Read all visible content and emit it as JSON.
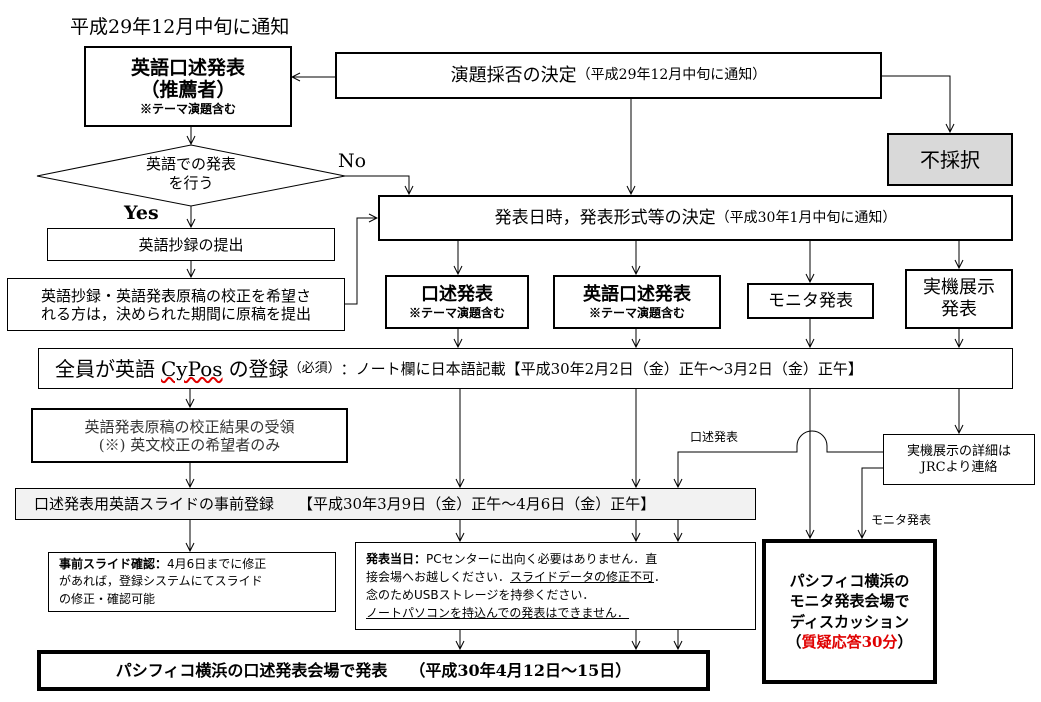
{
  "top_note": "平成29年12月中旬に通知",
  "english_oral_recommended": {
    "title": "英語口述発表",
    "sub": "（推薦者）",
    "note": "※テーマ演題含む"
  },
  "acceptance_decision": {
    "main": "演題採否の決定",
    "note": "（平成29年12月中旬に通知）"
  },
  "rejected": "不採択",
  "decision_diamond": {
    "line1": "英語での発表",
    "line2": "を行う"
  },
  "no_label": "No",
  "yes_label": "Yes",
  "submit_abstract": "英語抄録の提出",
  "proofreading_request": {
    "line1": "英語抄録・英語発表原稿の校正を希望さ",
    "line2": "れる方は，決められた期間に原稿を提出"
  },
  "schedule_decision": {
    "main": "発表日時，発表形式等の決定",
    "note": "（平成30年1月中旬に通知）"
  },
  "formats": {
    "oral": {
      "title": "口述発表",
      "note": "※テーマ演題含む"
    },
    "english_oral": {
      "title": "英語口述発表",
      "note": "※テーマ演題含む"
    },
    "monitor": {
      "title": "モニタ発表"
    },
    "exhibit": {
      "line1": "実機展示",
      "line2": "発表"
    }
  },
  "cypos_registration": {
    "part1": "全員が英語",
    "cypos": "CyPos",
    "part2": "の登録",
    "required": "（必須）",
    "part3": "：ノート欄に日本語記載【平成30年2月2日（金）正午～3月2日（金）正午】"
  },
  "proofreading_result": {
    "line1": "英語発表原稿の校正結果の受領",
    "line2": "(※) 英文校正の希望者のみ"
  },
  "slide_preregistration": {
    "main": "口述発表用英語スライドの事前登録",
    "period": "【平成30年3月9日（金）正午～4月6日（金）正午】"
  },
  "exhibit_details": {
    "line1": "実機展示の詳細は",
    "line2": "JRCより連絡"
  },
  "label_oral": "口述発表",
  "label_monitor": "モニタ発表",
  "slide_check": {
    "bold": "事前スライド確認：",
    "text1": "4月6日までに修正",
    "line2": "があれば，登録システムにてスライド",
    "line3": "の修正・確認可能"
  },
  "presentation_day": {
    "bold": "発表当日：",
    "text1": "PCセンターに出向く必要はありません．直",
    "line2a": "接会場へお越しください．",
    "line2b": "スライドデータの修正不可",
    "line2c": "．",
    "line3": "念のためUSBストレージを持参ください．",
    "line4": "ノートパソコンを持込んでの発表はできません．"
  },
  "oral_venue": {
    "main": "パシフィコ横浜の口述発表会場で発表",
    "date": "（平成30年4月12日～15日）"
  },
  "monitor_venue": {
    "line1": "パシフィコ横浜の",
    "line2": "モニタ発表会場で",
    "line3": "ディスカッション",
    "open": "（",
    "qa": "質疑応答30分",
    "close": "）"
  },
  "colors": {
    "rejected_fill": "#d9d9d9",
    "slide_fill": "#f2f2f2",
    "accent_red": "#e00000"
  }
}
